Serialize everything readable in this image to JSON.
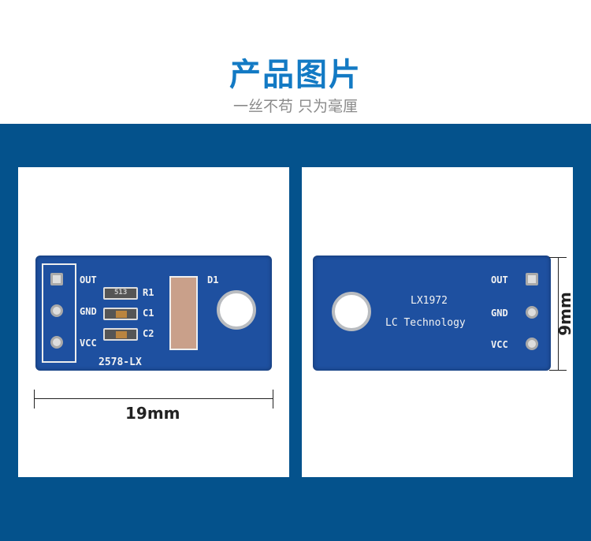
{
  "header": {
    "title": "产品图片",
    "subtitle": "一丝不苟 只为毫厘"
  },
  "front": {
    "pins": [
      "OUT",
      "GND",
      "VCC"
    ],
    "components": [
      "R1",
      "C1",
      "C2"
    ],
    "resistor_code": "513",
    "diode": "D1",
    "board_label": "2578-LX",
    "width_dimension": "19mm"
  },
  "back": {
    "model": "LX1972",
    "maker": "LC Technology",
    "pins": [
      "OUT",
      "GND",
      "VCC"
    ],
    "height_dimension": "9mm"
  },
  "colors": {
    "title": "#137ac4",
    "band": "#04528c",
    "pcb": "#1e50a0"
  }
}
